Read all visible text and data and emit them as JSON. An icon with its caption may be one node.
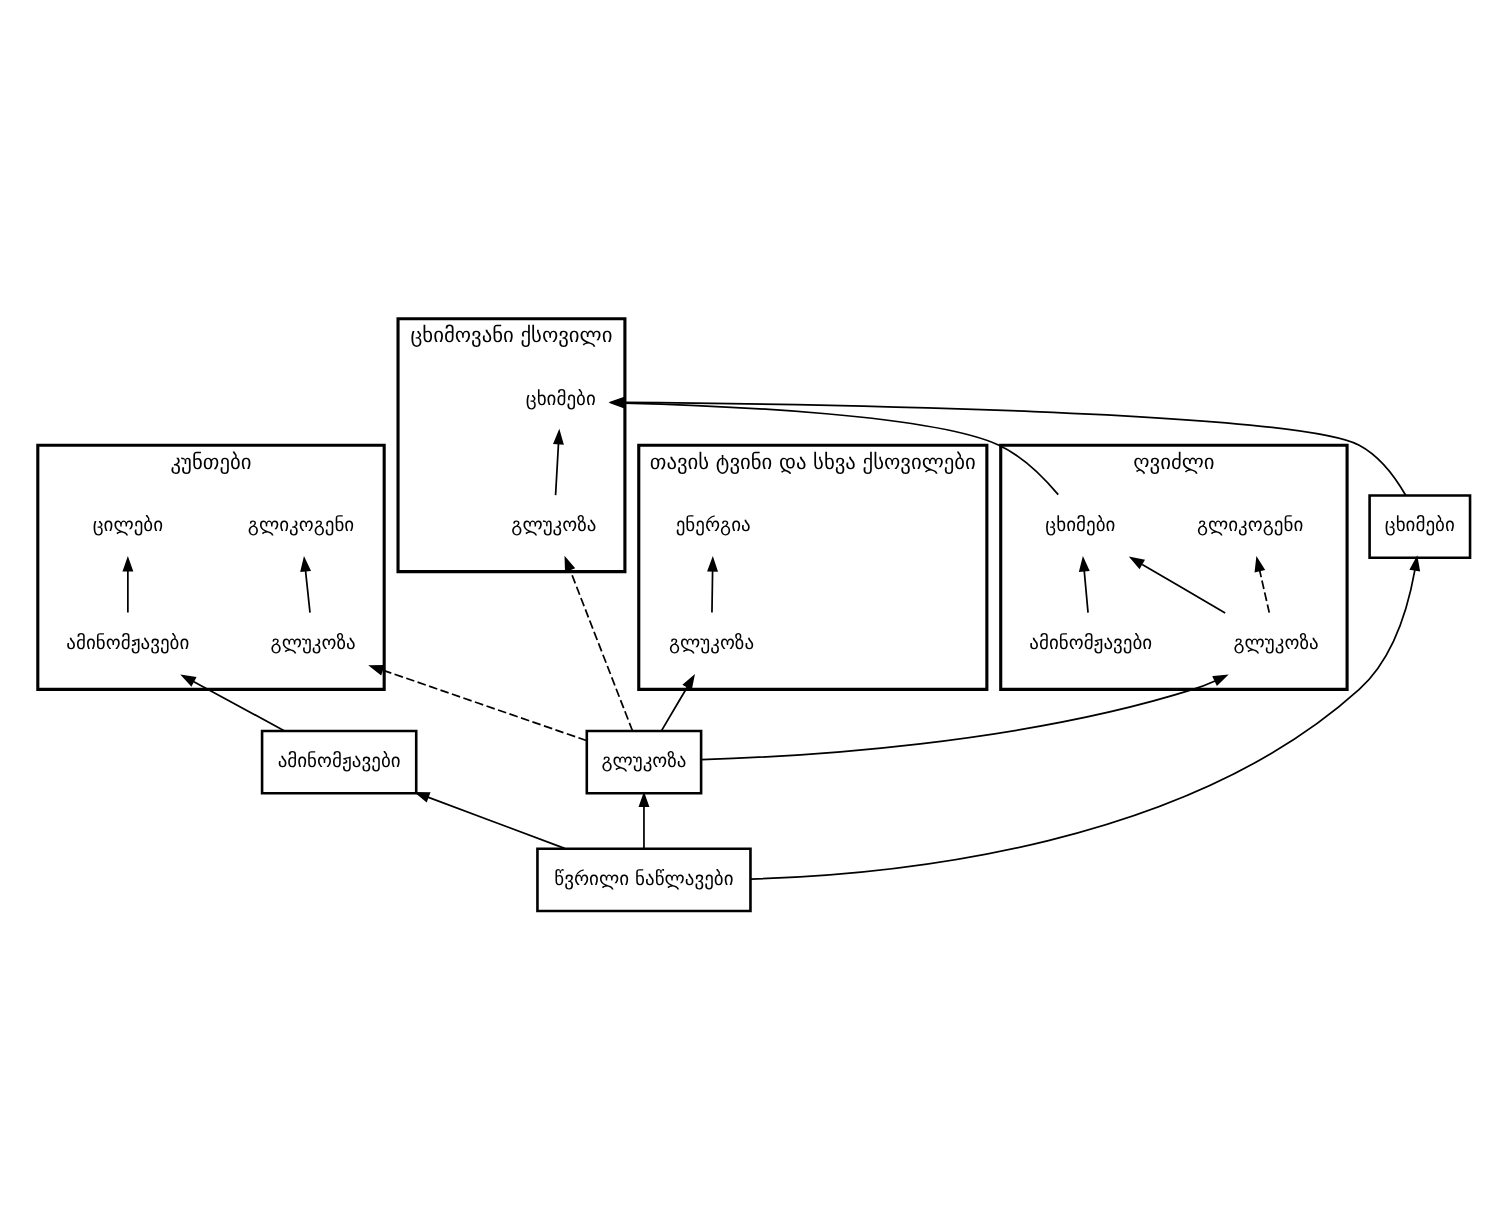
{
  "diagram": {
    "nodes": [
      {
        "text": [
          "თავის ტვინი და სხვა ქსოვილები"
        ]
      },
      {
        "text": [
          "ენერგია"
        ],
        "in": 0
      },
      {
        "text": [
          "გლუკოზა"
        ],
        "in": 0
      },
      {
        "text": [
          "კუნთები"
        ]
      },
      {
        "text": [
          "გლიკოგენი"
        ],
        "in": 3
      },
      {
        "text": [
          "ცილები"
        ],
        "in": 3
      },
      {
        "text": [
          "გლუკოზა"
        ],
        "in": 3
      },
      {
        "text": [
          "ამინომჟავები"
        ],
        "in": 3
      },
      {
        "text": [
          "ცხიმოვანი ქსოვილი"
        ]
      },
      {
        "text": [
          "გლუკოზა"
        ],
        "in": 8
      },
      {
        "text": [
          "ცხიმები"
        ],
        "in": 8
      },
      {
        "text": [
          "ღვიძლი"
        ]
      },
      {
        "text": [
          "ცხიმები"
        ],
        "in": 11
      },
      {
        "text": [
          "გლიკოგენი"
        ],
        "in": 11
      },
      {
        "text": [
          "გლუკოზა"
        ],
        "in": 11
      },
      {
        "text": [
          "ამინომჟავები"
        ],
        "in": 11
      },
      {
        "text": [
          "წვრილი ნაწლავები"
        ]
      },
      {
        "text": [
          "გლუკოზა"
        ]
      },
      {
        "text": [
          "ამინომჟავები"
        ]
      },
      {
        "text": [
          "ცხიმები"
        ]
      }
    ],
    "edges": [
      {
        "from": 2,
        "to": 1,
        "arrow": "to"
      },
      {
        "from": 6,
        "to": 4,
        "arrow": "to"
      },
      {
        "from": 7,
        "to": 5,
        "arrow": "to"
      },
      {
        "from": 9,
        "to": 10,
        "arrow": "to"
      },
      {
        "from": 14,
        "to": 13,
        "arrow": "to",
        "style": "dashed"
      },
      {
        "from": 14,
        "to": 12,
        "arrow": "to"
      },
      {
        "from": 15,
        "to": 12,
        "arrow": "to"
      },
      {
        "from": 16,
        "to": 17,
        "arrow": "to"
      },
      {
        "from": 16,
        "to": 18,
        "arrow": "to"
      },
      {
        "from": 16,
        "to": 19,
        "arrow": "to"
      },
      {
        "from": 17,
        "to": 2,
        "arrow": "to"
      },
      {
        "from": 17,
        "to": 14,
        "arrow": "to"
      },
      {
        "from": 17,
        "to": 6,
        "arrow": "to",
        "style": "dashed"
      },
      {
        "from": 17,
        "to": 9,
        "arrow": "to",
        "style": "dashed"
      },
      {
        "from": 18,
        "to": 7,
        "arrow": "to"
      },
      {
        "from": 19,
        "to": 10,
        "arrow": "to"
      },
      {
        "from": 12,
        "to": 10,
        "arrow": "to"
      }
    ]
  }
}
